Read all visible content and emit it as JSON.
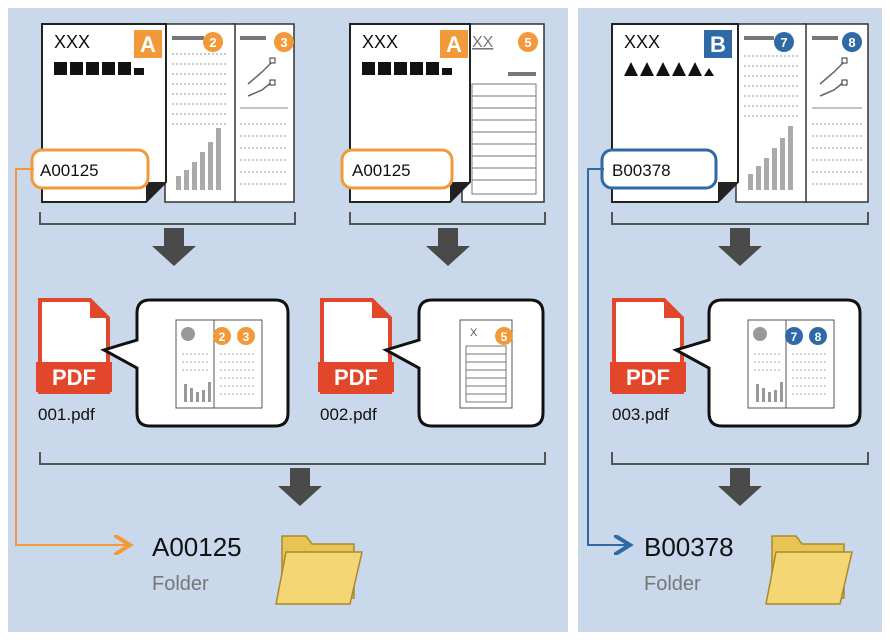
{
  "colors": {
    "background": "#c9d8ea",
    "orange": "#f29a3a",
    "blue": "#2f6aa6",
    "pdf_red": "#e2472b",
    "arrow": "#4a4a4a",
    "folder": "#f4d774"
  },
  "groups": [
    {
      "id": "left",
      "documents": [
        {
          "header_text": "XXX",
          "badge_letter": "A",
          "key_value": "A00125",
          "page_numbers": [
            "2",
            "3"
          ]
        },
        {
          "header_text": "XXX",
          "badge_letter": "A",
          "key_value": "A00125",
          "page_numbers": [
            "5"
          ],
          "extra_header": "XX"
        }
      ],
      "pdfs": [
        {
          "file_name": "001.pdf",
          "icon_label": "PDF",
          "preview_badges": [
            "2",
            "3"
          ]
        },
        {
          "file_name": "002.pdf",
          "icon_label": "PDF",
          "preview_badges": [
            "5"
          ],
          "preview_mark": "X"
        }
      ],
      "folder": {
        "name": "A00125",
        "label": "Folder"
      }
    },
    {
      "id": "right",
      "documents": [
        {
          "header_text": "XXX",
          "badge_letter": "B",
          "key_value": "B00378",
          "page_numbers": [
            "7",
            "8"
          ]
        }
      ],
      "pdfs": [
        {
          "file_name": "003.pdf",
          "icon_label": "PDF",
          "preview_badges": [
            "7",
            "8"
          ]
        }
      ],
      "folder": {
        "name": "B00378",
        "label": "Folder"
      }
    }
  ]
}
